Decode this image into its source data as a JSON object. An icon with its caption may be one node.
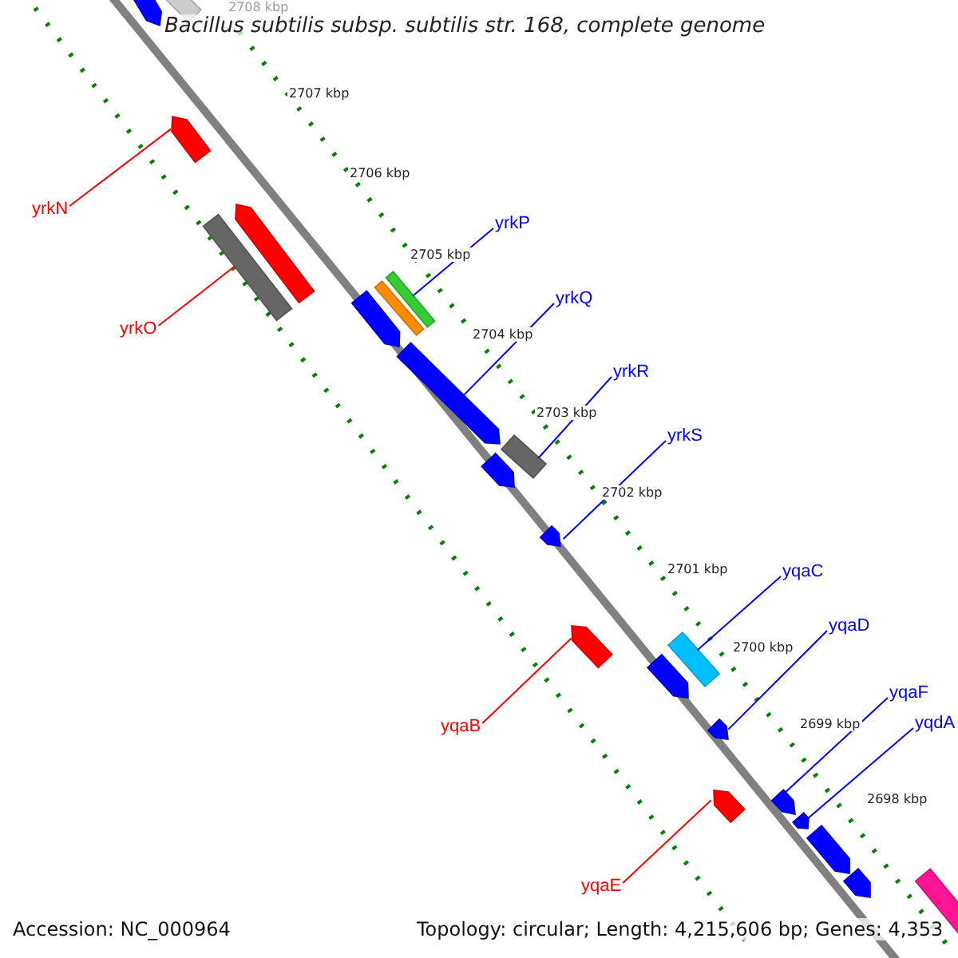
{
  "diagram": {
    "title": "Bacillus subtilis subsp. subtilis str. 168, complete genome",
    "nodes": [
      {
        "text": [
          "yrkN"
        ]
      },
      {
        "text": [
          "yrkO"
        ]
      },
      {
        "text": [
          "yrkP"
        ]
      },
      {
        "text": [
          "yrkQ"
        ]
      },
      {
        "text": [
          "yrkR"
        ]
      },
      {
        "text": [
          "yrkS"
        ]
      },
      {
        "text": [
          "yqaC"
        ]
      },
      {
        "text": [
          "yqaD"
        ]
      },
      {
        "text": [
          "yqaB"
        ]
      },
      {
        "text": [
          "yqaF"
        ]
      },
      {
        "text": [
          "yqdA"
        ]
      },
      {
        "text": [
          "yqaE"
        ]
      },
      {
        "text": [],
        "shape": "bar"
      },
      {
        "text": [],
        "shape": "bar"
      },
      {
        "text": [],
        "shape": "bar"
      },
      {
        "text": [],
        "shape": "bar"
      },
      {
        "text": [],
        "shape": "bar"
      },
      {
        "text": [],
        "shape": "bar"
      },
      {
        "text": [],
        "shape": "bar"
      },
      {
        "text": [],
        "shape": "bar"
      },
      {
        "text": [],
        "shape": "bar"
      },
      {
        "text": [],
        "shape": "bar"
      },
      {
        "text": [],
        "shape": "bar"
      },
      {
        "text": [],
        "shape": "bar"
      },
      {
        "text": [],
        "shape": "bar"
      },
      {
        "text": [],
        "shape": "bar"
      },
      {
        "text": [],
        "shape": "bar"
      },
      {
        "text": [],
        "shape": "bar"
      },
      {
        "text": [],
        "shape": "bar"
      },
      {
        "text": [],
        "shape": "bar"
      },
      {
        "text": [],
        "shape": "bar"
      },
      {
        "text": [],
        "shape": "bar"
      },
      {
        "text": [],
        "shape": "bar"
      },
      {
        "text": [],
        "shape": "bar"
      }
    ],
    "edges": [
      {
        "from": 0,
        "to": 14,
        "arrow": "none",
        "color": "#ff0000"
      },
      {
        "from": 1,
        "to": 15,
        "arrow": "none",
        "color": "#ff0000"
      },
      {
        "from": 2,
        "to": 19,
        "arrow": "none"
      },
      {
        "from": 3,
        "to": 20,
        "arrow": "none"
      },
      {
        "from": 4,
        "to": 22,
        "arrow": "none"
      },
      {
        "from": 5,
        "to": 23,
        "arrow": "none"
      },
      {
        "from": 6,
        "to": 26,
        "arrow": "none"
      },
      {
        "from": 7,
        "to": 27,
        "arrow": "none"
      },
      {
        "from": 8,
        "to": 24,
        "arrow": "none",
        "color": "#ff0000"
      },
      {
        "from": 9,
        "to": 29,
        "arrow": "none"
      },
      {
        "from": 10,
        "to": 30,
        "arrow": "none"
      },
      {
        "from": 11,
        "to": 28,
        "arrow": "none",
        "color": "#ff0000"
      }
    ],
    "labels": [
      "2708 kbp",
      "2707 kbp",
      "2706 kbp",
      "2705 kbp",
      "2704 kbp",
      "2703 kbp",
      "2702 kbp",
      "2701 kbp",
      "2700 kbp",
      "2699 kbp",
      "2698 kbp",
      "Accession: NC_000964",
      "Topology: circular; Length: 4,215,606 bp; Genes: 4,353"
    ]
  }
}
